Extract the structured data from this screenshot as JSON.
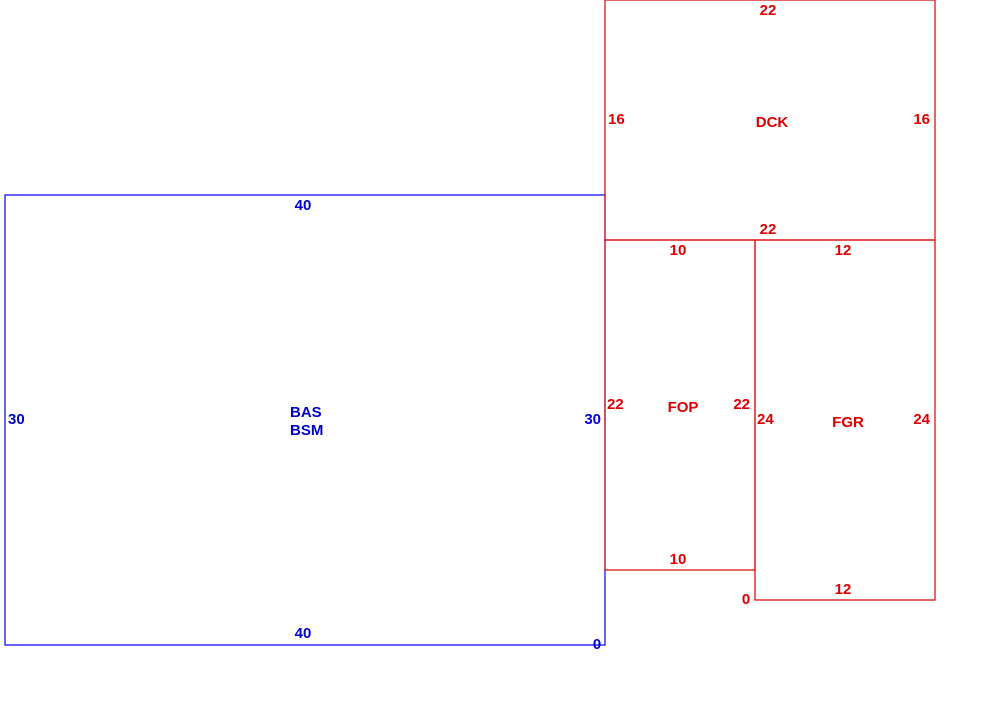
{
  "colors": {
    "main": "#0000ff",
    "addition": "#dd0000"
  },
  "areas": {
    "bas": {
      "line1": "BAS",
      "line2": "BSM",
      "top": "40",
      "bottom": "40",
      "left": "30",
      "right": "30",
      "origin": "0"
    },
    "dck": {
      "label": "DCK",
      "top": "22",
      "bottom": "22",
      "left": "16",
      "right": "16"
    },
    "fop": {
      "label": "FOP",
      "top": "10",
      "bottom": "10",
      "left": "22",
      "right": "22"
    },
    "fgr": {
      "label": "FGR",
      "top": "12",
      "bottom": "12",
      "left": "24",
      "right": "24",
      "origin": "0"
    }
  }
}
